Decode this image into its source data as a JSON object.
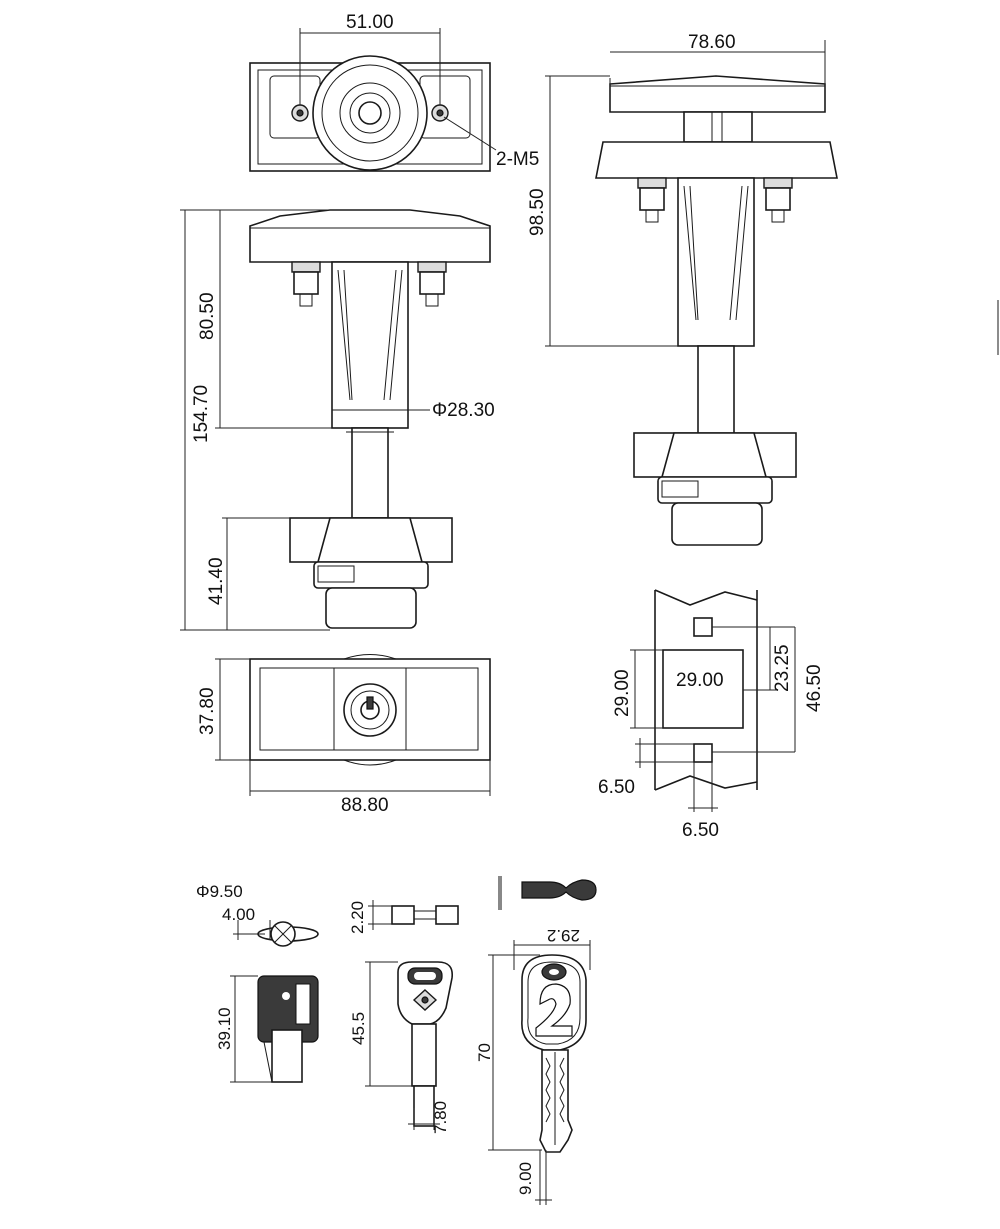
{
  "dimensions": {
    "top_width": "51.00",
    "screws": "2-M5",
    "handle_width": "78.60",
    "side_total_height": "98.50",
    "body_height": "80.50",
    "total_height": "154.70",
    "body_diameter": "Φ28.30",
    "cam_height": "41.40",
    "base_height": "37.80",
    "base_width": "88.80",
    "cutout_height": "29.00",
    "cutout_width": "29.00",
    "hole_offset": "23.25",
    "hole_pitch": "46.50",
    "hole_size_v": "6.50",
    "hole_size_h": "6.50",
    "key_diameter": "Φ9.50",
    "key_inner": "4.00",
    "key_thickness": "2.20",
    "key_cap_height": "39.10",
    "key_length": "45.5",
    "key_shaft": "7.80",
    "key2_width": "29.2",
    "key2_length": "70",
    "key2_tip": "9.00"
  }
}
